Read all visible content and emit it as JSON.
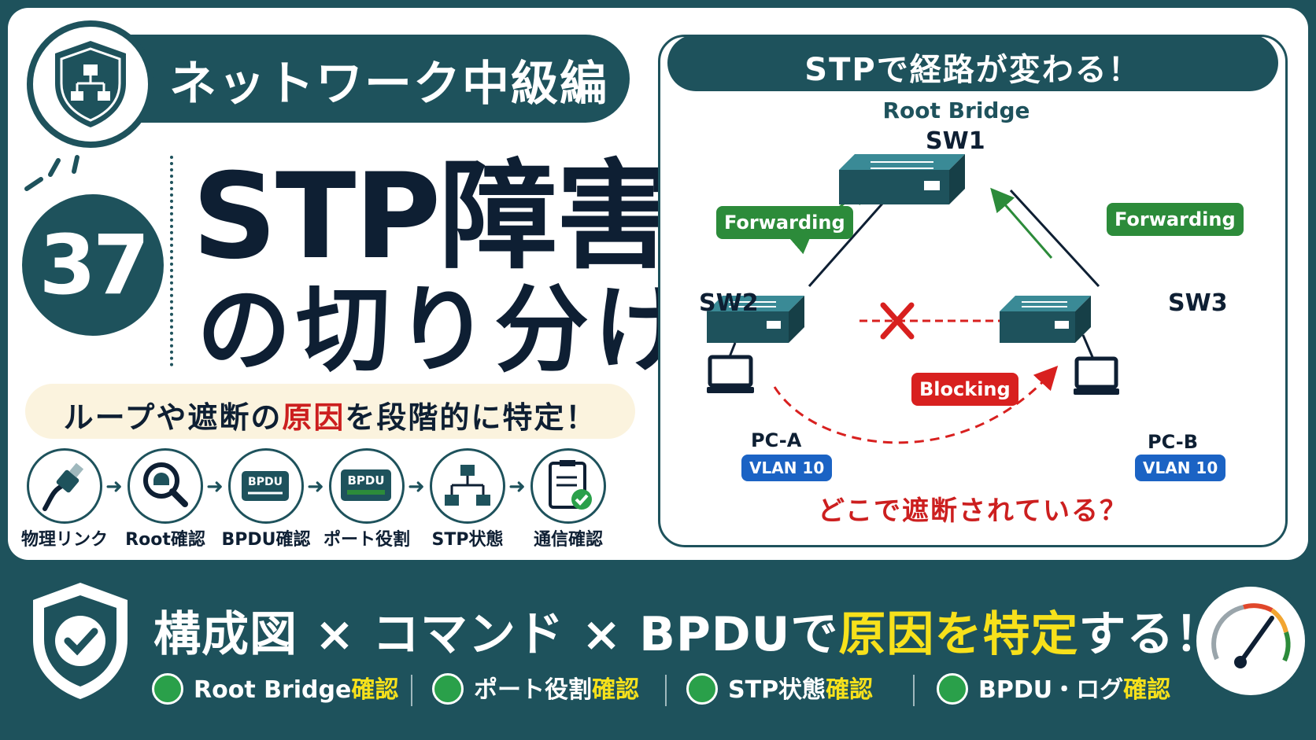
{
  "header": {
    "series": "ネットワーク中級編",
    "number": "37",
    "title_line1": "STP障害",
    "title_line2": "の切り分け",
    "subtitle_pre": "ループや遮断の",
    "subtitle_highlight": "原因",
    "subtitle_post": "を段階的に特定！"
  },
  "steps": [
    {
      "label": "物理リンク",
      "icon": "cable-icon"
    },
    {
      "label": "Root確認",
      "icon": "magnifier-icon"
    },
    {
      "label": "BPDU確認",
      "icon": "bpdu-card-icon",
      "icon_text": "BPDU"
    },
    {
      "label": "ポート役割",
      "icon": "bpdu-card-icon",
      "icon_text": "BPDU"
    },
    {
      "label": "STP状態",
      "icon": "topology-icon"
    },
    {
      "label": "通信確認",
      "icon": "clipboard-check-icon"
    }
  ],
  "diagram": {
    "title": "STPで経路が変わる！",
    "root_label": "Root Bridge",
    "sw1": "SW1",
    "sw2": "SW2",
    "sw3": "SW3",
    "forwarding_left": "Forwarding",
    "forwarding_right": "Forwarding",
    "blocking": "Blocking",
    "pc_a": "PC-A",
    "pc_b": "PC-B",
    "vlan_a": "VLAN 10",
    "vlan_b": "VLAN 10",
    "question": "どこで遮断されている？"
  },
  "bottom": {
    "headline_pre": "構成図 × コマンド × BPDUで",
    "headline_highlight": "原因を特定",
    "headline_post": "する！",
    "checks": [
      {
        "text": "Root Bridge",
        "highlight": "確認"
      },
      {
        "text": "ポート役割",
        "highlight": "確認"
      },
      {
        "text": "STP状態",
        "highlight": "確認"
      },
      {
        "text": "BPDU・ログ",
        "highlight": "確認"
      }
    ]
  },
  "colors": {
    "teal": "#1e525c",
    "navy": "#0e1f33",
    "red": "#cc1f1f",
    "green": "#2c8b3a",
    "blue": "#1b63c4",
    "yellow": "#f7e11b"
  }
}
